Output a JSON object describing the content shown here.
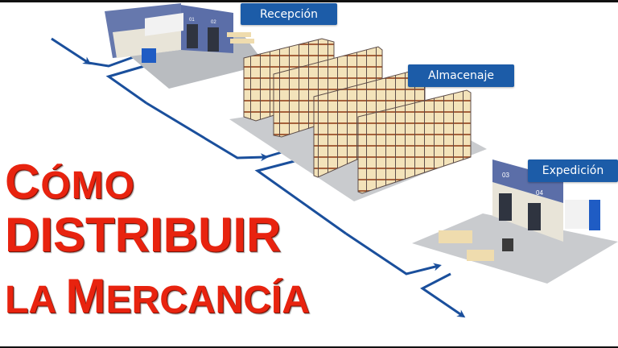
{
  "labels": {
    "reception": "Recepción",
    "storage": "Almacenaje",
    "dispatch": "Expedición"
  },
  "title": {
    "line1_first": "C",
    "line1_rest": "ÓMO",
    "line2": "DISTRIBUIR",
    "line3_a": "LA ",
    "line3_m": "M",
    "line3_rest": "ERCANCÍA"
  },
  "docks": {
    "reception": [
      "01",
      "02"
    ],
    "dispatch": [
      "03",
      "04"
    ]
  },
  "colors": {
    "label_bg": "#1c5ca8",
    "flow_line": "#1a4f9c",
    "title_red": "#e8230f",
    "floor": "#c9cbce",
    "rack_frame": "#6b4a3a",
    "box": "#efdcae",
    "building_wall": "#5b6ea8",
    "truck_blue": "#1f5cc4"
  }
}
